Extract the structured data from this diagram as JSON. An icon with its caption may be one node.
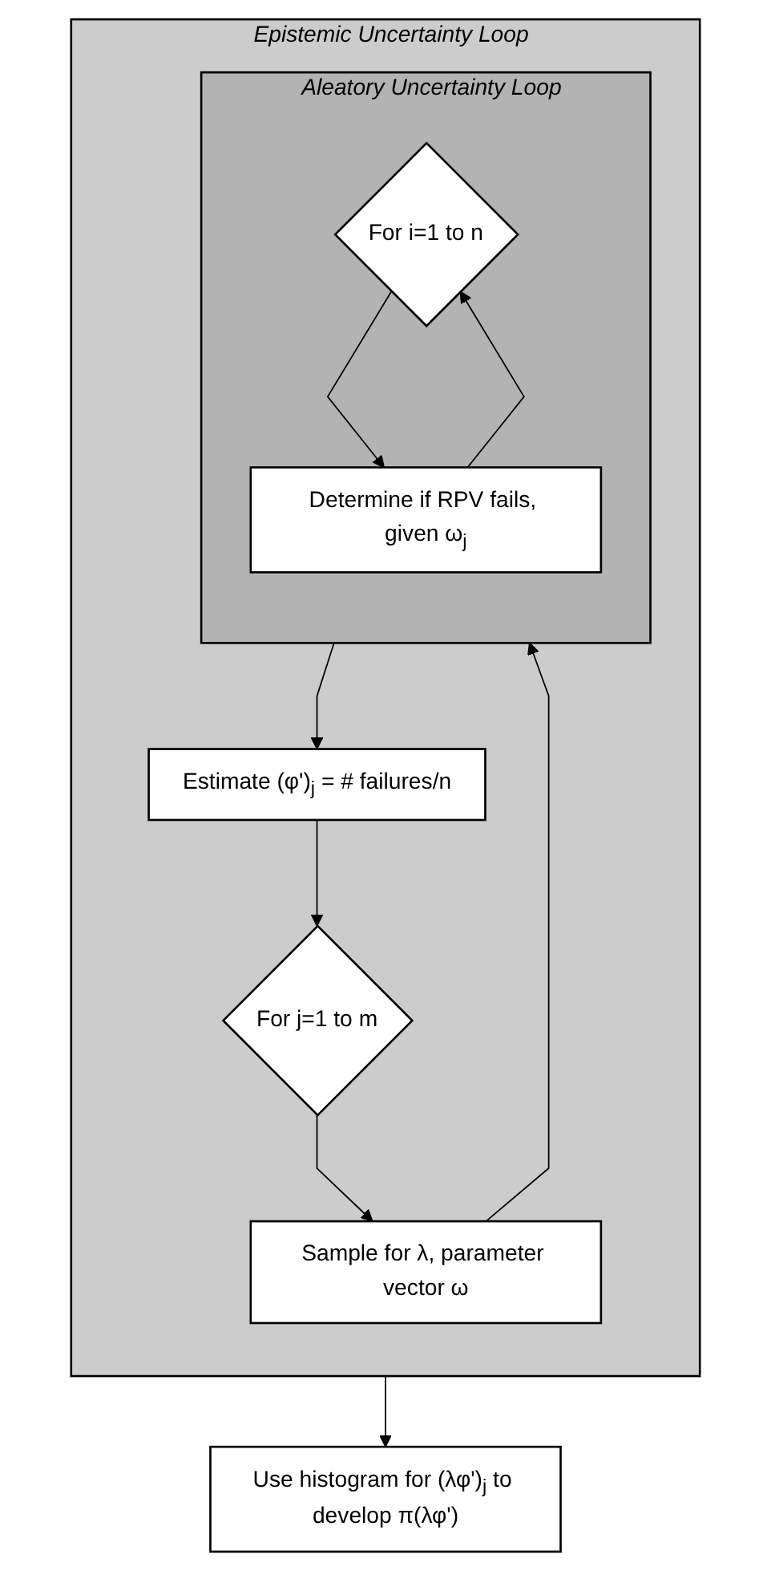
{
  "diagram": {
    "nodes": [
      {
        "text": [
          "Epistemic Uncertainty Loop"
        ]
      },
      {
        "text": [
          "For j=1 to m"
        ],
        "in": 0
      },
      {
        "text": [
          "Sample for λ, parameter vector ω"
        ],
        "in": 0
      },
      {
        "text": [
          "Aleatory Uncertainty Loop"
        ],
        "in": 0
      },
      {
        "text": [
          "For i=1 to n"
        ],
        "in": 3
      },
      {
        "text": [
          "Determine if RPV fails, given ω$_{j}$"
        ],
        "in": 3
      },
      {
        "text": [
          "Estimate (φ')$_{j}$ = # failures/n"
        ],
        "in": 0
      },
      {
        "text": [
          "Use histogram for (λφ')$_{j}$ to develop π(λφ')"
        ]
      }
    ],
    "edges": [
      {
        "from": 1,
        "to": 2,
        "arrow": "to"
      },
      {
        "from": 2,
        "to": 3,
        "arrow": "to"
      },
      {
        "from": 4,
        "to": 5,
        "arrow": "to"
      },
      {
        "from": 5,
        "to": 4,
        "arrow": "to"
      },
      {
        "from": 3,
        "to": 6,
        "arrow": "to"
      },
      {
        "from": 6,
        "to": 1,
        "arrow": "to"
      },
      {
        "from": 0,
        "to": 7,
        "arrow": "to"
      }
    ]
  }
}
